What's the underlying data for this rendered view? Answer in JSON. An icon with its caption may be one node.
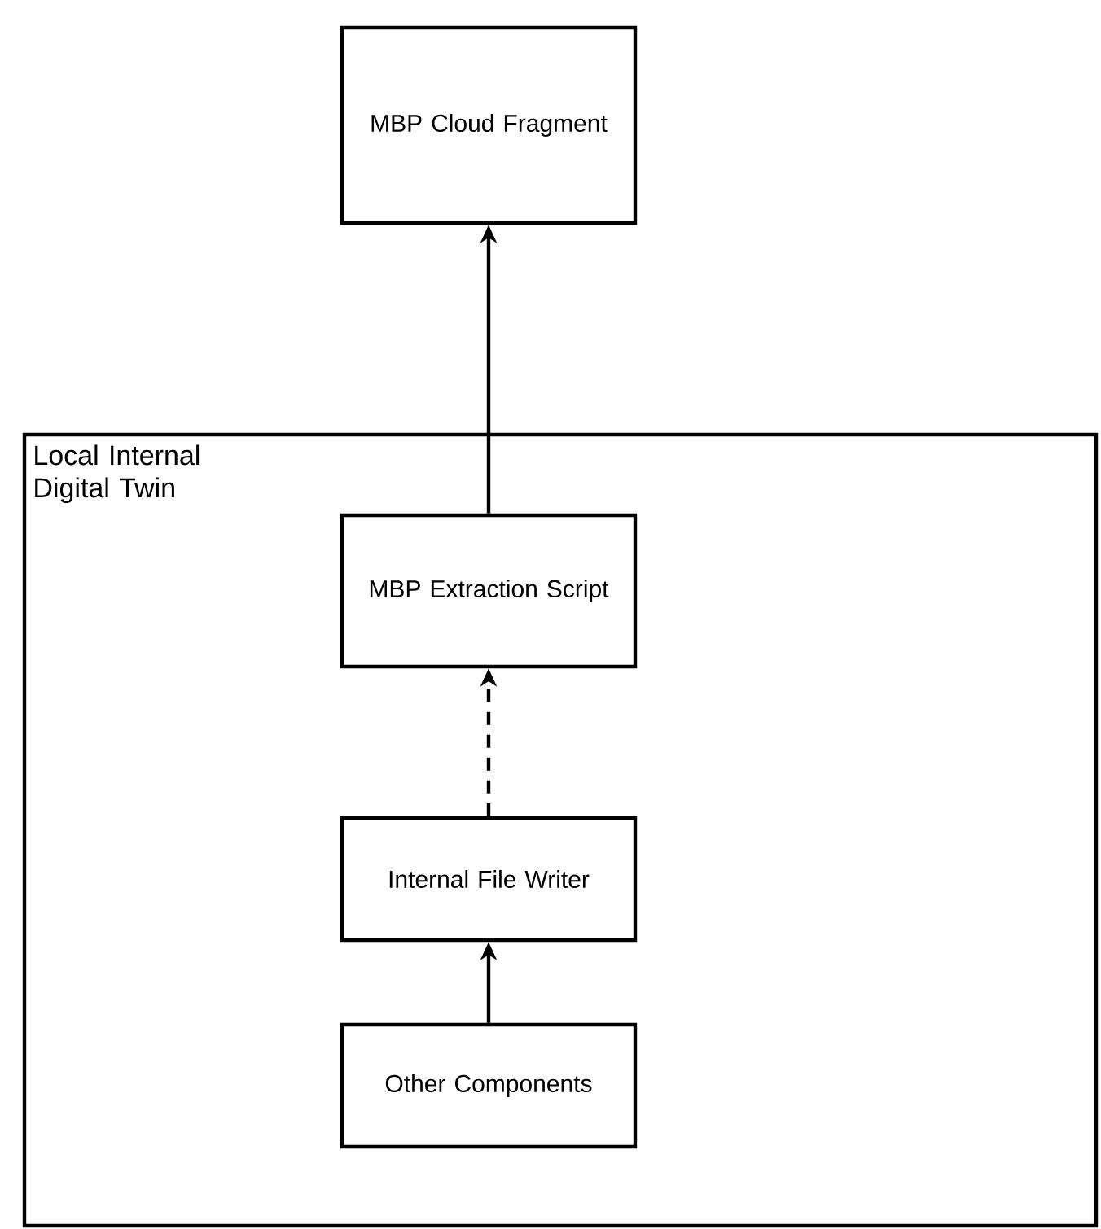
{
  "diagram": {
    "nodes": [
      {
        "text": [
          "MBP Cloud Fragment"
        ]
      },
      {
        "text": [
          "Local Internal Digital Twin"
        ]
      },
      {
        "text": [
          "MBP Extraction Script"
        ],
        "in": 1
      },
      {
        "text": [
          "Internal File Writer"
        ],
        "in": 1
      },
      {
        "text": [
          "Other Components"
        ],
        "in": 1
      }
    ],
    "edges": [
      {
        "from": 2,
        "to": 0,
        "arrow": "to"
      },
      {
        "from": 3,
        "to": 2,
        "arrow": "to",
        "style": "dashed"
      },
      {
        "from": 4,
        "to": 3,
        "arrow": "to"
      }
    ]
  }
}
